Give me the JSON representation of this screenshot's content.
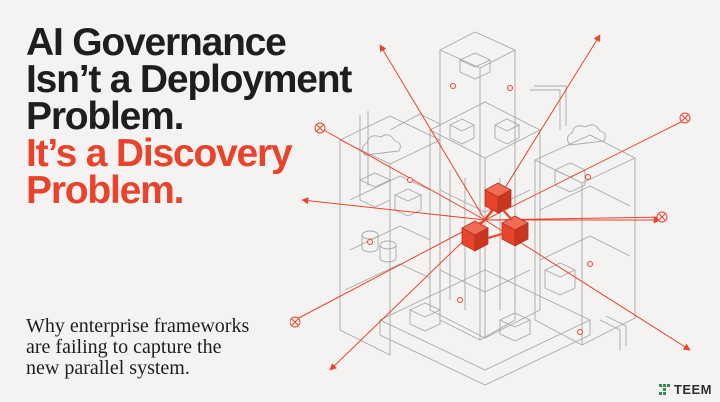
{
  "headline": {
    "line1": "AI Governance",
    "line2": "Isn’t a Deployment",
    "line3": "Problem.",
    "line4": "It’s a Discovery",
    "line5": "Problem."
  },
  "subtitle": {
    "line1": "Why enterprise frameworks",
    "line2": "are failing to capture the",
    "line3": "new parallel system."
  },
  "brand": {
    "name": "TEEM",
    "icon": "teem-logo-icon"
  },
  "colors": {
    "accent": "#e8432c",
    "text": "#1e1e1e",
    "background": "#f4f3f1",
    "line": "#9a9a9a"
  },
  "illustration": {
    "icon": "isometric-server-building-illustration",
    "description_icons": [
      "cloud-icon",
      "server-rack-icon",
      "database-icon",
      "red-node-cube-icon",
      "outward-arrow-icon",
      "target-marker-icon"
    ]
  }
}
